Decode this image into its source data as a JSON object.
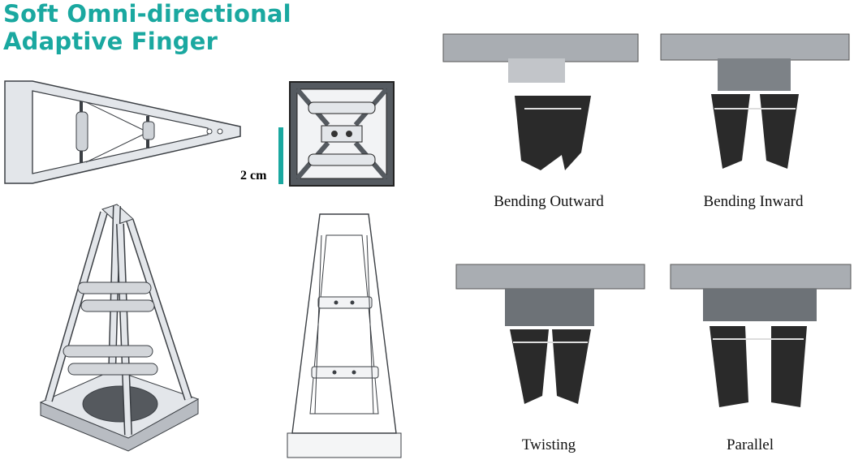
{
  "title": {
    "line1": "Soft Omni-directional",
    "line2": "Adaptive Finger"
  },
  "scale_bar": {
    "label": "2 cm"
  },
  "captions": {
    "bending_outward": "Bending Outward",
    "bending_inward": "Bending Inward",
    "twisting": "Twisting",
    "parallel": "Parallel"
  },
  "colors": {
    "accent": "#1aa8a0",
    "structure": "#e3e6ea",
    "outline": "#3b3f44",
    "soft_finger": "#2a2a2a",
    "gripper_metal": "#a9adb2"
  }
}
